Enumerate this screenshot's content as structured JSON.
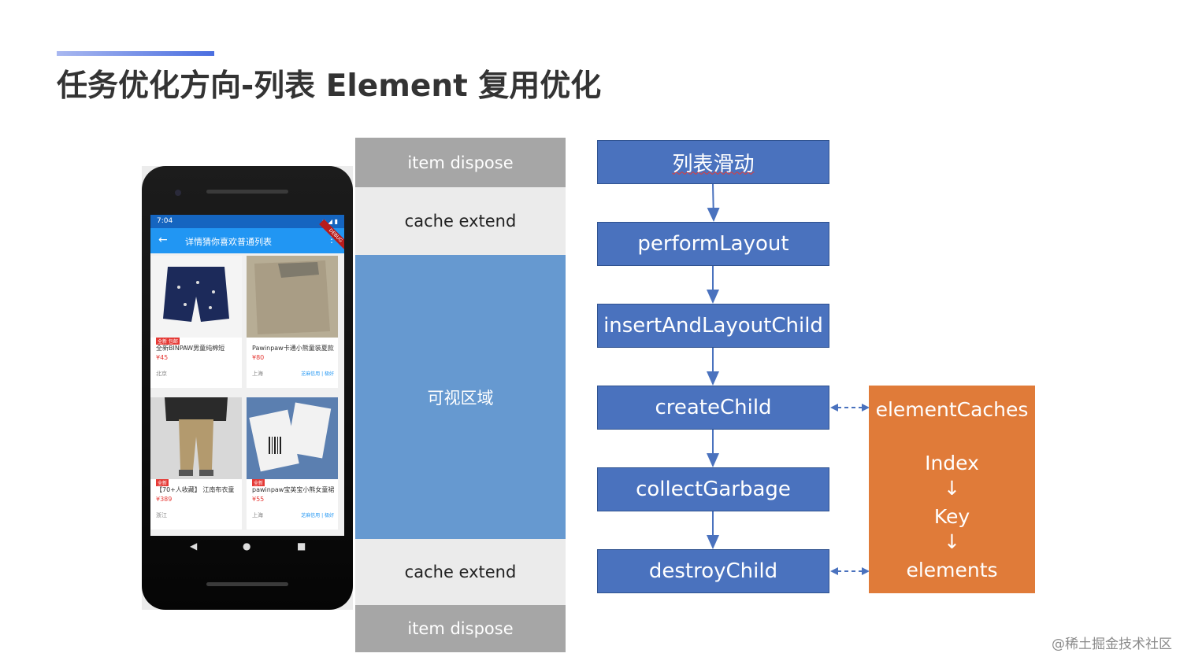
{
  "title": "任务优化方向-列表 Element 复用优化",
  "phone": {
    "status_time": "7:04",
    "app_title": "详情猜你喜欢普通列表",
    "debug_label": "DEBUG",
    "cards": [
      {
        "tags": "全新 包邮",
        "name": "全新BINPAW男童纯棉短",
        "price": "¥45",
        "location": "北京",
        "credit": ""
      },
      {
        "tags": "",
        "name": "Pawinpaw卡通小熊童装夏款",
        "price": "¥80",
        "location": "上海",
        "credit": "芝麻信用 | 极好"
      },
      {
        "tags": "全新",
        "name": "【70+人收藏】 江南布衣童",
        "price": "¥389",
        "location": "浙江",
        "credit": ""
      },
      {
        "tags": "全新",
        "name": "pawinpaw宝英宝小熊女童裙",
        "price": "¥55",
        "location": "上海",
        "credit": "芝麻信用 | 极好"
      }
    ]
  },
  "regions": [
    {
      "label": "item dispose",
      "kind": "dispose"
    },
    {
      "label": "cache extend",
      "kind": "cache"
    },
    {
      "label": "可视区域",
      "kind": "visible"
    },
    {
      "label": "cache extend",
      "kind": "cache"
    },
    {
      "label": "item dispose",
      "kind": "dispose"
    }
  ],
  "flow": [
    {
      "label": "列表滑动"
    },
    {
      "label": "performLayout"
    },
    {
      "label": "insertAndLayoutChild"
    },
    {
      "label": "createChild"
    },
    {
      "label": "collectGarbage"
    },
    {
      "label": "destroyChild"
    }
  ],
  "cache_box": {
    "title": "elementCaches",
    "lines": [
      "Index",
      "↓",
      "Key",
      "↓",
      "elements"
    ]
  },
  "colors": {
    "flow_box": "#4a72be",
    "cache_box": "#e07b39",
    "visible_region": "#6699d0",
    "dispose_region": "#a6a6a6",
    "cache_region": "#ebebeb"
  },
  "watermark": "@稀土掘金技术社区"
}
